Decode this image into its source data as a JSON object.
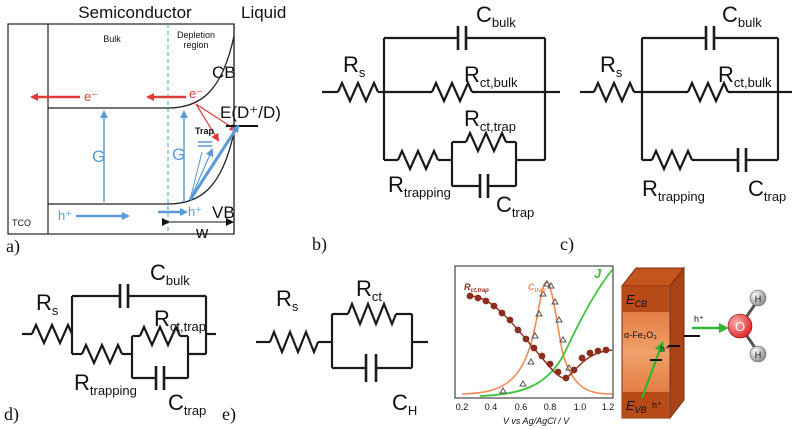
{
  "panel_a": {
    "title_left": "Semiconductor",
    "title_right": "Liquid",
    "bulk": "Bulk",
    "depletion_line1": "Depletion",
    "depletion_line2": "region",
    "cb": "CB",
    "vb": "VB",
    "electron": "e⁻",
    "electron2": "e⁻",
    "trap": "Trap",
    "g1": "G",
    "g2": "G",
    "hole1": "h⁺",
    "hole2": "h⁺",
    "tco": "TCO",
    "w": "w",
    "redox": "E(D⁺/D)",
    "label": "a)"
  },
  "panel_b": {
    "rs": "R",
    "rs_sub": "s",
    "cbulk": "C",
    "cbulk_sub": "bulk",
    "rctbulk": "R",
    "rctbulk_sub": "ct,bulk",
    "rcttrap": "R",
    "rcttrap_sub": "ct,trap",
    "rtrapping": "R",
    "rtrapping_sub": "trapping",
    "ctrap": "C",
    "ctrap_sub": "trap",
    "label": "b)"
  },
  "panel_c": {
    "rs": "R",
    "rs_sub": "s",
    "cbulk": "C",
    "cbulk_sub": "bulk",
    "rctbulk": "R",
    "rctbulk_sub": "ct,bulk",
    "rtrapping": "R",
    "rtrapping_sub": "trapping",
    "ctrap": "C",
    "ctrap_sub": "trap",
    "label": "c)"
  },
  "panel_d": {
    "rs": "R",
    "rs_sub": "s",
    "cbulk": "C",
    "cbulk_sub": "bulk",
    "rcttrap": "R",
    "rcttrap_sub": "ct,trap",
    "rtrapping": "R",
    "rtrapping_sub": "trapping",
    "ctrap": "C",
    "ctrap_sub": "trap",
    "label": "d)"
  },
  "panel_e": {
    "rs": "R",
    "rs_sub": "s",
    "rct": "R",
    "rct_sub": "ct",
    "ch": "C",
    "ch_sub": "H",
    "label": "e)"
  },
  "inset_chart": {
    "rcttrap_label": "R",
    "rcttrap_sub": "ct,trap",
    "ctrap_label": "C",
    "ctrap_sub": "trap",
    "j_label": "J",
    "xlabel": "V vs Ag/AgCl / V",
    "xticks": [
      "0.2",
      "0.4",
      "0.6",
      "0.8",
      "1.0",
      "1.2"
    ],
    "colors": {
      "rct": "#8b2d1f",
      "ctrap": "#f08a55",
      "j": "#3cc43c"
    }
  },
  "cube": {
    "ecb": "E",
    "ecb_sub": "CB",
    "evb": "E",
    "evb_sub": "VB",
    "material": "α-Fe₂O₃",
    "hole_a": "h⁺",
    "hole_b": "h⁺",
    "hole_out": "h⁺",
    "h1": "H",
    "h2": "H",
    "o": "O",
    "colors": {
      "front": "#e8874a",
      "top": "#c5541f",
      "side": "#a84418"
    }
  }
}
